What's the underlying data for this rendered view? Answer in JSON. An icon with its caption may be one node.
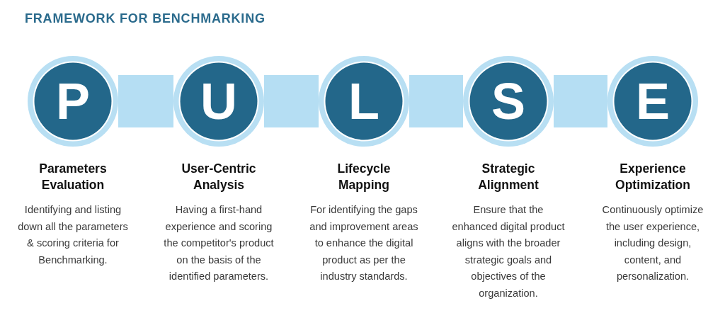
{
  "diagram": {
    "title": "FRAMEWORK FOR BENCHMARKING",
    "nodes": [
      {
        "text": [
          "P"
        ],
        "beside": [
          "Parameters Evaluation",
          "Identifying and listing down all the parameters & scoring criteria for Benchmarking."
        ]
      },
      {
        "text": [
          "U"
        ],
        "beside": [
          "User-Centric Analysis",
          "Having a first-hand experience and scoring the competitor's product on the basis of the identified parameters."
        ]
      },
      {
        "text": [
          "L"
        ],
        "beside": [
          "Lifecycle Mapping",
          "For identifying the gaps and improvement areas to enhance the digital product as per the industry standards."
        ]
      },
      {
        "text": [
          "S"
        ],
        "beside": [
          "Strategic Alignment",
          "Ensure that the enhanced digital product aligns with the broader strategic goals and objectives of the organization."
        ]
      },
      {
        "text": [
          "E"
        ],
        "beside": [
          "Experience Optimization",
          "Continuously optimize the user experience, including design, content, and personalization."
        ]
      }
    ],
    "edges": [
      {
        "from": 0,
        "to": 1,
        "arrow": "none"
      },
      {
        "from": 1,
        "to": 2,
        "arrow": "none"
      },
      {
        "from": 2,
        "to": 3,
        "arrow": "none"
      },
      {
        "from": 3,
        "to": 4,
        "arrow": "none"
      }
    ]
  }
}
